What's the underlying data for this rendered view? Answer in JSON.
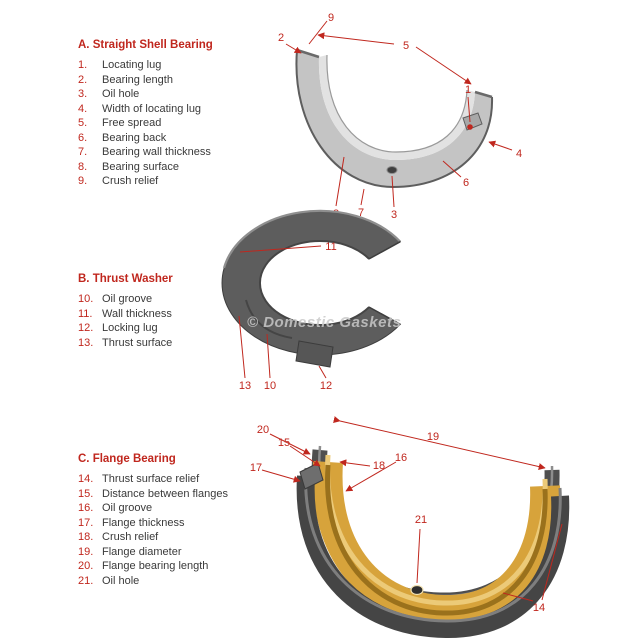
{
  "colors": {
    "accent": "#c0271e",
    "text": "#3a3a3a",
    "gold": "#d7a33b",
    "steel": "#5d5d5d"
  },
  "watermark": "© Domestic Gaskets",
  "sections": [
    {
      "heading": "A. Straight Shell Bearing",
      "items": [
        {
          "num": "1.",
          "label": "Locating lug"
        },
        {
          "num": "2.",
          "label": "Bearing length"
        },
        {
          "num": "3.",
          "label": "Oil hole"
        },
        {
          "num": "4.",
          "label": "Width of locating lug"
        },
        {
          "num": "5.",
          "label": "Free spread"
        },
        {
          "num": "6.",
          "label": "Bearing back"
        },
        {
          "num": "7.",
          "label": "Bearing wall thickness"
        },
        {
          "num": "8.",
          "label": "Bearing surface"
        },
        {
          "num": "9.",
          "label": "Crush relief"
        }
      ]
    },
    {
      "heading": "B. Thrust Washer",
      "items": [
        {
          "num": "10.",
          "label": "Oil groove"
        },
        {
          "num": "11.",
          "label": "Wall thickness"
        },
        {
          "num": "12.",
          "label": "Locking lug"
        },
        {
          "num": "13.",
          "label": "Thrust surface"
        }
      ]
    },
    {
      "heading": "C. Flange Bearing",
      "items": [
        {
          "num": "14.",
          "label": "Thrust surface relief"
        },
        {
          "num": "15.",
          "label": "Distance between flanges"
        },
        {
          "num": "16.",
          "label": "Oil groove"
        },
        {
          "num": "17.",
          "label": "Flange thickness"
        },
        {
          "num": "18.",
          "label": "Crush relief"
        },
        {
          "num": "19.",
          "label": "Flange diameter"
        },
        {
          "num": "20.",
          "label": "Flange bearing length"
        },
        {
          "num": "21.",
          "label": "Oil hole"
        }
      ]
    }
  ],
  "callouts": {
    "c1": "1",
    "c2": "2",
    "c3": "3",
    "c4": "4",
    "c5": "5",
    "c6": "6",
    "c7": "7",
    "c8": "8",
    "c9": "9",
    "c10": "10",
    "c11": "11",
    "c12": "12",
    "c13": "13",
    "c14": "14",
    "c15": "15",
    "c16": "16",
    "c17": "17",
    "c18": "18",
    "c19": "19",
    "c20": "20",
    "c21": "21"
  }
}
